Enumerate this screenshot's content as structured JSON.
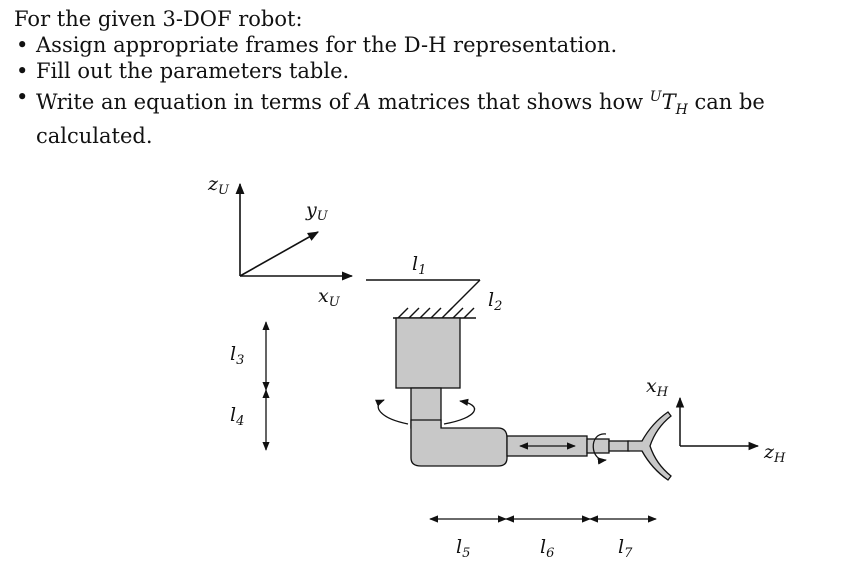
{
  "problem": {
    "intro": "For the given 3-DOF robot:",
    "bullets": [
      "Assign appropriate frames for the D-H representation.",
      "Fill out the parameters table."
    ],
    "bullet3_before": "Write an equation in terms of ",
    "bullet3_a": "A",
    "bullet3_middle": " matrices that shows how ",
    "bullet3_sup": "U",
    "bullet3_t": "T",
    "bullet3_sub": "H",
    "bullet3_after": " can be calculated."
  },
  "diagram": {
    "universe_frame": {
      "z": "z",
      "z_sub": "U",
      "y": "y",
      "y_sub": "U",
      "x": "x",
      "x_sub": "U"
    },
    "hand_frame": {
      "x": "x",
      "x_sub": "H",
      "z": "z",
      "z_sub": "H"
    },
    "lengths": [
      "l",
      "l",
      "l",
      "l",
      "l",
      "l",
      "l"
    ],
    "length_subs": [
      "1",
      "2",
      "3",
      "4",
      "5",
      "6",
      "7"
    ],
    "colors": {
      "link_fill": "#c8c8c8",
      "stroke": "#111111"
    }
  }
}
